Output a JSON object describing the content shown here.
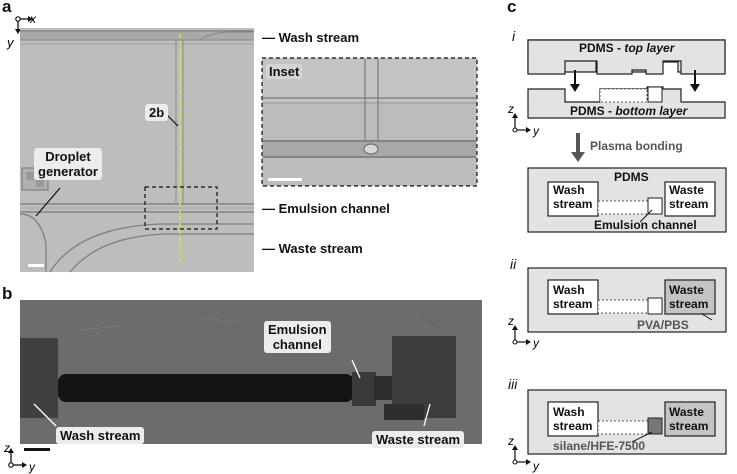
{
  "panels": {
    "a": {
      "letter": "a",
      "axis_x": "x",
      "axis_y": "y",
      "callout_2b": "2b",
      "droplet_generator_line1": "Droplet",
      "droplet_generator_line2": "generator",
      "inset_title": "Inset",
      "wash_stream": "Wash stream",
      "emulsion_channel": "Emulsion channel",
      "waste_stream": "Waste stream"
    },
    "b": {
      "letter": "b",
      "emulsion_line1": "Emulsion",
      "emulsion_line2": "channel",
      "wash_stream": "Wash stream",
      "waste_stream": "Waste stream",
      "axis_z": "z",
      "axis_y": "y"
    },
    "c": {
      "letter": "c",
      "i": {
        "roman": "i",
        "top_layer_prefix": "PDMS - ",
        "top_layer_italic": "top layer",
        "bottom_layer_prefix": "PDMS - ",
        "bottom_layer_italic": "bottom layer",
        "axis_z": "z",
        "axis_y": "y",
        "plasma_bonding": "Plasma bonding",
        "pdms": "PDMS",
        "wash_line1": "Wash",
        "wash_line2": "stream",
        "waste_line1": "Waste",
        "waste_line2": "stream",
        "emulsion_channel": "Emulsion channel"
      },
      "ii": {
        "roman": "ii",
        "wash_line1": "Wash",
        "wash_line2": "stream",
        "waste_line1": "Waste",
        "waste_line2": "stream",
        "coating": "PVA/PBS",
        "axis_z": "z",
        "axis_y": "y"
      },
      "iii": {
        "roman": "iii",
        "wash_line1": "Wash",
        "wash_line2": "stream",
        "waste_line1": "Waste",
        "waste_line2": "stream",
        "coating": "silane/HFE-7500",
        "axis_z": "z",
        "axis_y": "y"
      }
    }
  }
}
